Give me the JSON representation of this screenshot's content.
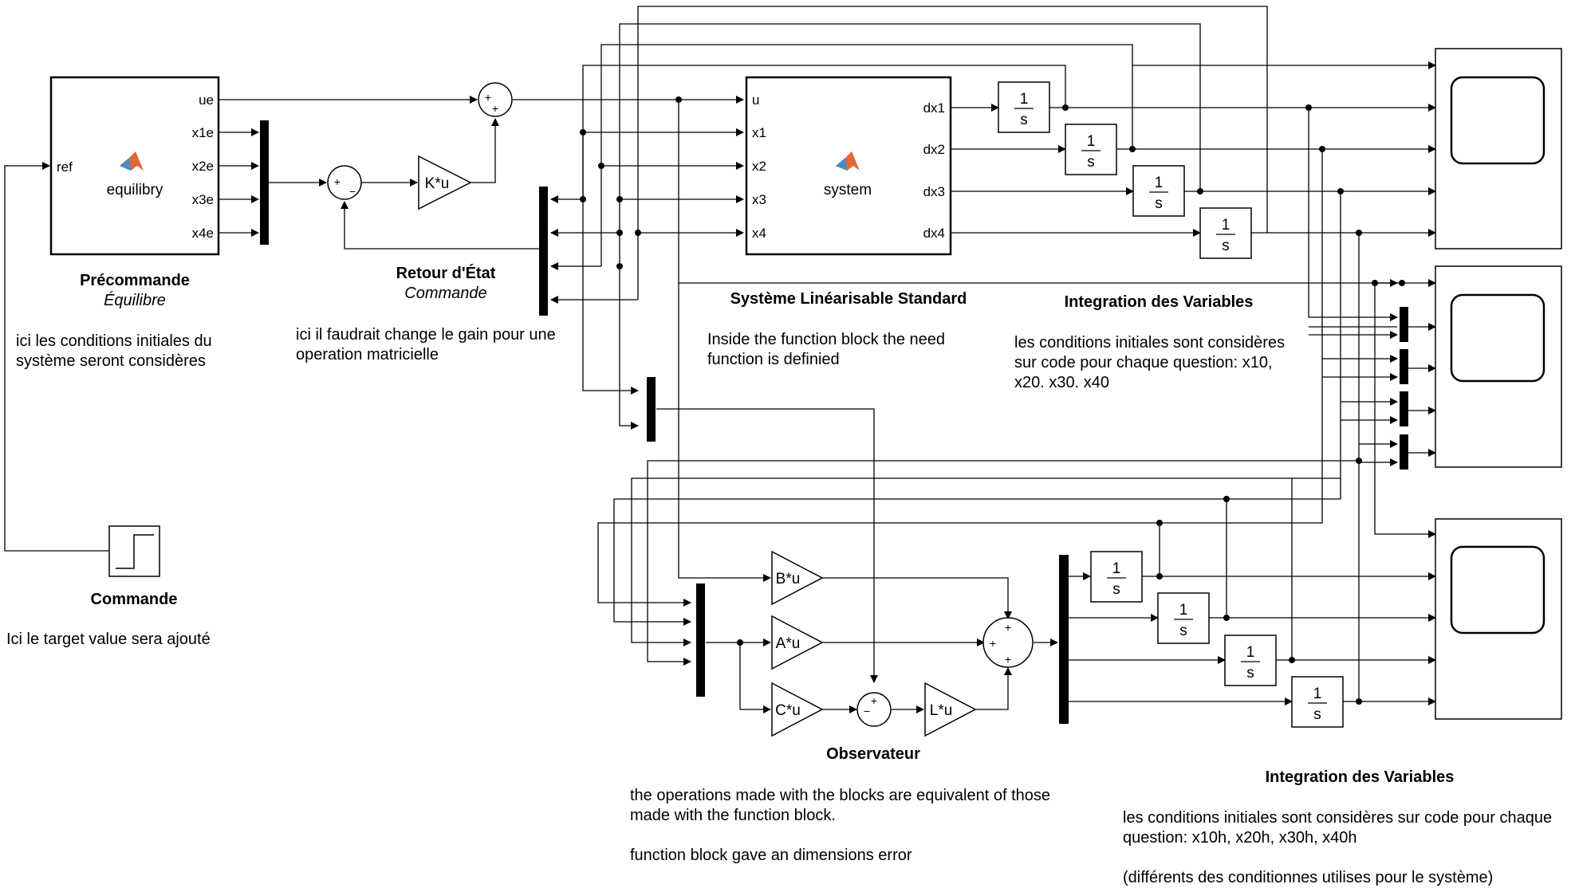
{
  "blocks": {
    "equilibry": {
      "name": "equilibry",
      "ports_in": [
        "ref"
      ],
      "ports_out": [
        "ue",
        "x1e",
        "x2e",
        "x3e",
        "x4e"
      ],
      "title": "Précommande",
      "subtitle": "Équilibre",
      "note": "ici les conditions initiales du\nsystème seront considères"
    },
    "commande": {
      "title": "Commande",
      "note": "Ici le target value sera ajouté"
    },
    "retour_etat": {
      "title": "Retour d'État",
      "subtitle": "Commande",
      "gain": "K*u",
      "note": "ici il faudrait change le gain pour une\noperation matricielle"
    },
    "system": {
      "name": "system",
      "ports_in": [
        "u",
        "x1",
        "x2",
        "x3",
        "x4"
      ],
      "ports_out": [
        "dx1",
        "dx2",
        "dx3",
        "dx4"
      ],
      "title": "Système Linéarisable Standard",
      "note": "Inside the function block the need\nfunction is definied"
    },
    "integration_top": {
      "title": "Integration des Variables",
      "note": "les conditions initiales sont considères\nsur code pour chaque question: x10,\nx20. x30. x40"
    },
    "observateur": {
      "title": "Observateur",
      "gains": [
        "B*u",
        "A*u",
        "C*u",
        "L*u"
      ],
      "note": "the operations made with the blocks are equivalent of those\nmade with the function block.\n\nfunction block gave an dimensions error"
    },
    "integration_bottom": {
      "title": "Integration des Variables",
      "note": "les conditions initiales sont considères sur code pour chaque\nquestion: x10h, x20h, x30h, x40h\n\n(différents des conditionnes utilises pour le système)"
    },
    "integrator": {
      "num": "1",
      "den": "s"
    },
    "sum_plus": "+",
    "sum_minus": "−"
  }
}
